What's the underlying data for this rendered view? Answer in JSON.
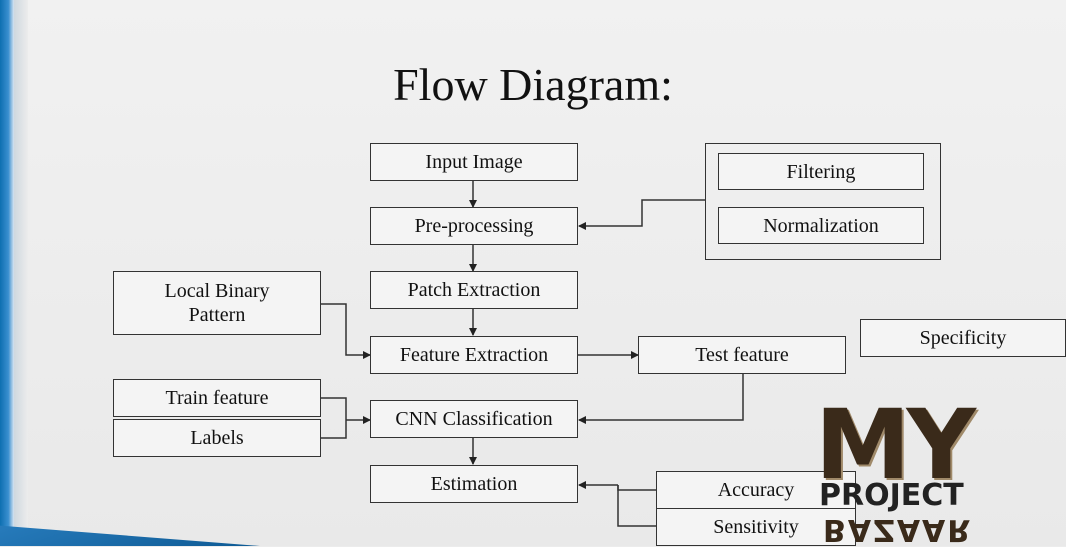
{
  "title": "Flow Diagram:",
  "nodes": {
    "input_image": "Input Image",
    "pre_processing": "Pre-processing",
    "patch_extraction": "Patch Extraction",
    "feature_extraction": "Feature Extraction",
    "cnn_classification": "CNN Classification",
    "estimation": "Estimation",
    "filtering": "Filtering",
    "normalization": "Normalization",
    "local_binary_pattern": "Local Binary Pattern",
    "test_feature": "Test feature",
    "train_feature": "Train feature",
    "labels": "Labels",
    "specificity": "Specificity",
    "accuracy": "Accuracy",
    "sensitivity": "Sensitivity"
  },
  "watermark": {
    "line1": "MY",
    "line2": "PROJECT",
    "line3": "BAZAAR"
  }
}
